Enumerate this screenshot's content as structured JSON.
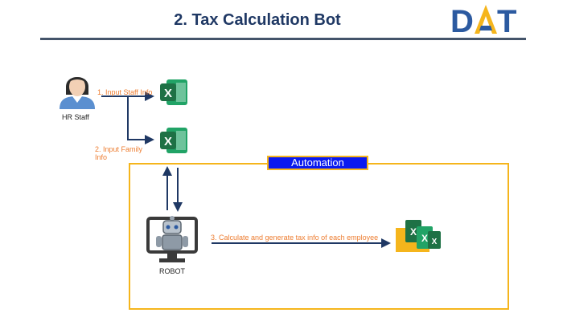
{
  "header": {
    "title": "2. Tax Calculation Bot",
    "logo_text": "DAT"
  },
  "actors": {
    "hr_staff": "HR Staff",
    "robot": "ROBOT"
  },
  "steps": {
    "step1": "1. Input Staff Info",
    "step2_line1": "2. Input Family",
    "step2_line2": "Info",
    "step3": "3. Calculate and generate tax info of each employee"
  },
  "automation_label": "Automation",
  "icons": {
    "person": "hr-staff-person-icon",
    "excel1": "excel-icon",
    "excel2": "excel-icon",
    "robot": "robot-monitor-icon",
    "output": "excel-folder-icon"
  },
  "colors": {
    "title": "#1f3864",
    "orange_text": "#ed7d31",
    "automation_border": "#f5b51c",
    "automation_fill": "#0a19f0",
    "excel_green": "#1e7145",
    "arrow": "#1f3864"
  }
}
